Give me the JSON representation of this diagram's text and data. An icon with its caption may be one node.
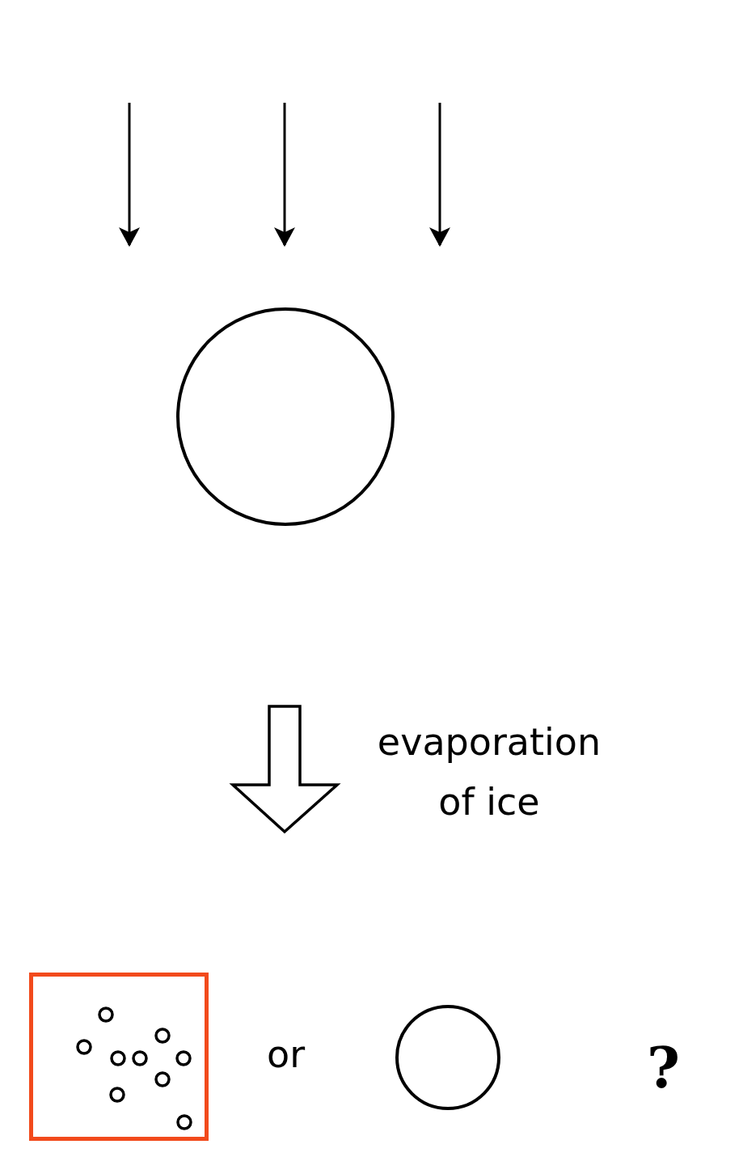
{
  "diagram": {
    "nodes": [
      {
        "text": [],
        "shape": "circle"
      },
      {
        "text": [],
        "shape": "box"
      },
      {
        "text": [],
        "shape": "circle"
      }
    ],
    "labels": [
      "evaporation of ice",
      "or",
      "?"
    ]
  }
}
